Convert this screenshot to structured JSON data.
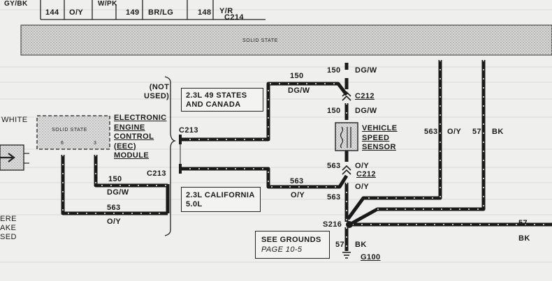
{
  "top_row": {
    "w1": {
      "circuit": "144",
      "color": "O/Y"
    },
    "w2": {
      "circuit": "149",
      "color": "BR/LG"
    },
    "w3": {
      "circuit": "148",
      "color": "Y/R"
    },
    "connector": "C214",
    "partial_left": "GY/BK",
    "partial_mid": "W/PK"
  },
  "solid_state_bar": "SOLID STATE",
  "eec": {
    "title_lines": [
      "ELECTRONIC",
      "ENGINE",
      "CONTROL",
      "(EEC)",
      "MODULE"
    ],
    "box_label": "SOLID STATE",
    "pin_a": "6",
    "pin_b": "3",
    "color_left": "WHITE"
  },
  "eec_wires": {
    "w150": {
      "circuit": "150",
      "color": "DG/W",
      "connector": "C213"
    },
    "w563": {
      "circuit": "563",
      "color": "O/Y"
    }
  },
  "not_used": "(NOT\nUSED)",
  "box_49": "2.3L 49 STATES\nAND CANADA",
  "box_ca": "2.3L CALIFORNIA\n5.0L",
  "c213_mid": "C213",
  "vss_wires": {
    "top_150": {
      "circuit": "150",
      "color": "DG/W"
    },
    "up_150": {
      "circuit": "150",
      "color": "DG/W"
    },
    "c212_top": "C212",
    "down_150": {
      "circuit": "150",
      "color": "DG/W"
    },
    "up_563": {
      "circuit": "563",
      "color": "O/Y"
    },
    "c212_bot": "C212",
    "down_563": {
      "circuit": "563",
      "color": "O/Y"
    },
    "diag_563": {
      "circuit": "563",
      "color": "O/Y"
    }
  },
  "sensor": {
    "name_lines": [
      "VEHICLE",
      "SPEED",
      "SENSOR"
    ]
  },
  "right_wires": {
    "w563": {
      "circuit": "563",
      "color": "O/Y"
    },
    "w57": {
      "circuit": "57",
      "color": "BK"
    },
    "far57": {
      "circuit": "57",
      "color": "BK"
    }
  },
  "splice": "S216",
  "grounds_box": {
    "title": "SEE GROUNDS",
    "page": "PAGE 10-5"
  },
  "ground_wire": {
    "circuit": "57",
    "color": "BK"
  },
  "ground": "G100",
  "left_edge_text": [
    "ERE",
    "AKE",
    "SED"
  ]
}
